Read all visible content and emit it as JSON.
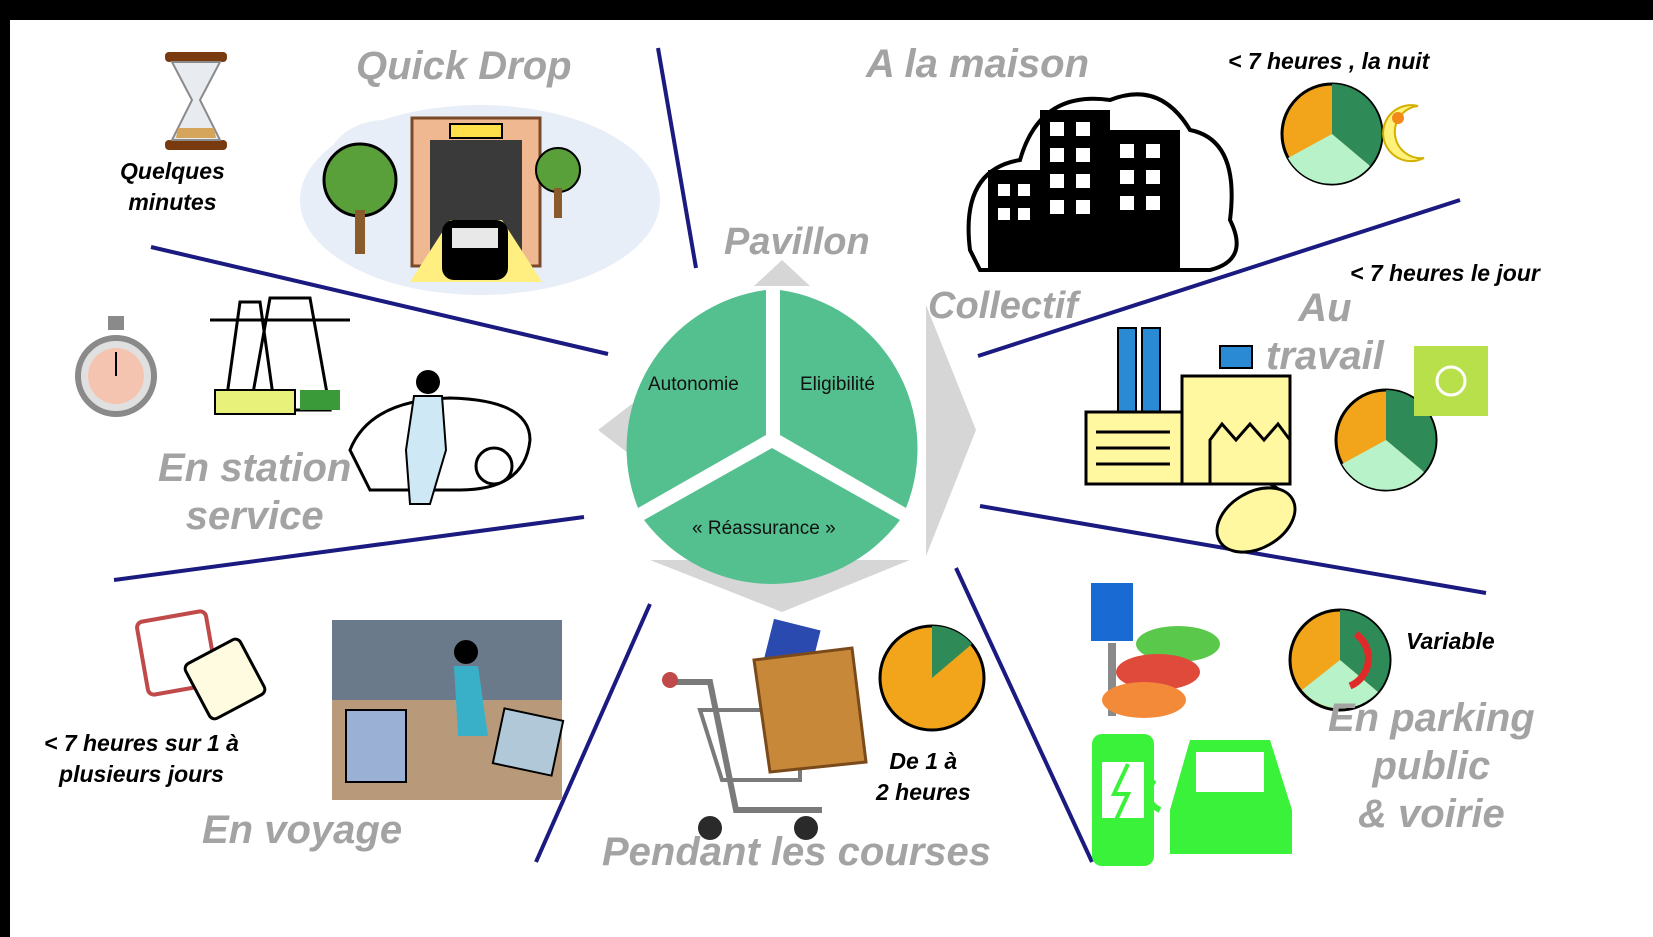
{
  "center": {
    "segments": [
      "Autonomie",
      "Eligibilité",
      "« Réassurance »"
    ],
    "fill_color": "#55c08f"
  },
  "labels": {
    "quick_drop": "Quick Drop",
    "a_la_maison": "A la maison",
    "pavillon": "Pavillon",
    "collectif": "Collectif",
    "au_travail": [
      "Au",
      "travail"
    ],
    "en_station_service": [
      "En station",
      "service"
    ],
    "en_voyage": "En voyage",
    "pendant_les_courses": "Pendant les courses",
    "en_parking": [
      "En parking",
      "public",
      "& voirie"
    ]
  },
  "durations": {
    "quelques_minutes": [
      "Quelques",
      "minutes"
    ],
    "nuit": "< 7 heures , la nuit",
    "jour": "< 7 heures le jour",
    "voyage": [
      "< 7 heures sur  1 à",
      "plusieurs jours"
    ],
    "courses": [
      "De 1 à",
      "2 heures"
    ],
    "variable": "Variable"
  },
  "icons": [
    "hourglass-icon",
    "car-wash-icon",
    "building-icon",
    "clock-night-icon",
    "moon-icon",
    "stopwatch-icon",
    "power-pylon-icon",
    "refuel-person-icon",
    "factory-icon",
    "computer-mouse-icon",
    "clock-day-icon",
    "sun-icon",
    "calendar-icon",
    "traveler-icon",
    "shopping-cart-icon",
    "shopping-bag-icon",
    "clock-courses-icon",
    "parking-sign-icon",
    "cars-icon",
    "charging-station-icon",
    "green-car-icon",
    "clock-variable-icon"
  ],
  "colors": {
    "line": "#1a1a80",
    "label_gray": "#a3a3a3",
    "clock_orange": "#f2a51a",
    "clock_green": "#2e8b57",
    "clock_light": "#b8f2c8"
  }
}
